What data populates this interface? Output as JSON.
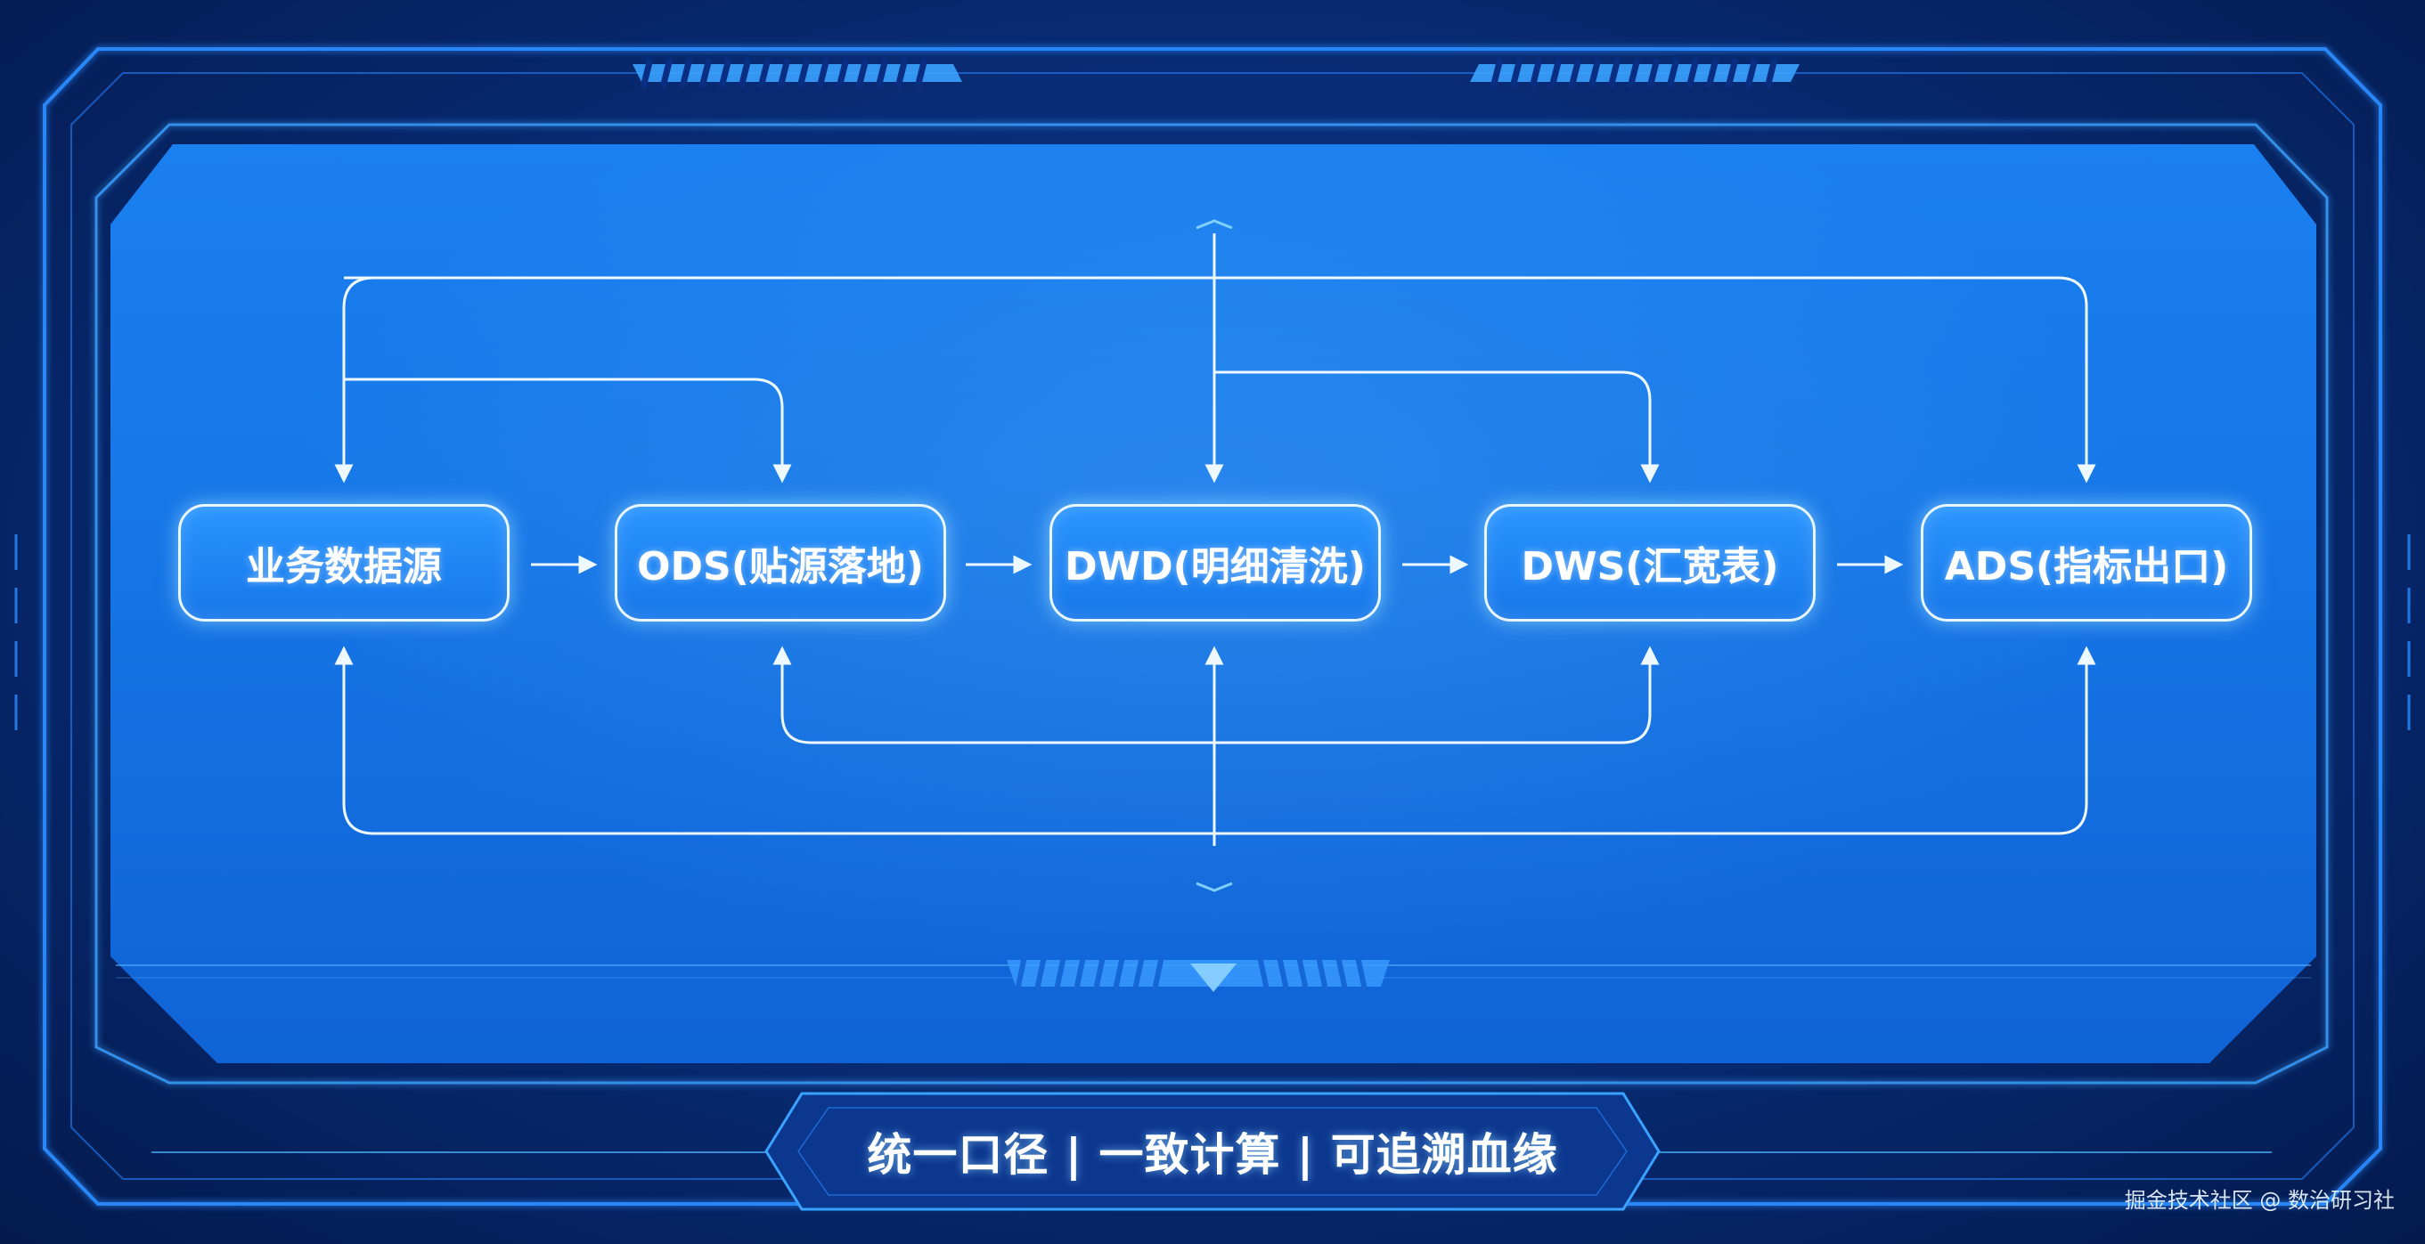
{
  "nodes": [
    {
      "id": "source",
      "label": "业务数据源"
    },
    {
      "id": "ods",
      "label": "ODS(贴源落地)"
    },
    {
      "id": "dwd",
      "label": "DWD(明细清洗)"
    },
    {
      "id": "dws",
      "label": "DWS(汇宽表)"
    },
    {
      "id": "ads",
      "label": "ADS(指标出口)"
    }
  ],
  "banner": {
    "text": "统一口径 | 一致计算 | 可追溯血缘"
  },
  "watermark": {
    "text": "掘金技术社区 @ 数治研习社"
  },
  "colors": {
    "background": "#082a72",
    "panel": "#1677e8",
    "line": "#e8f6ff",
    "accent": "#4fb6ff"
  }
}
